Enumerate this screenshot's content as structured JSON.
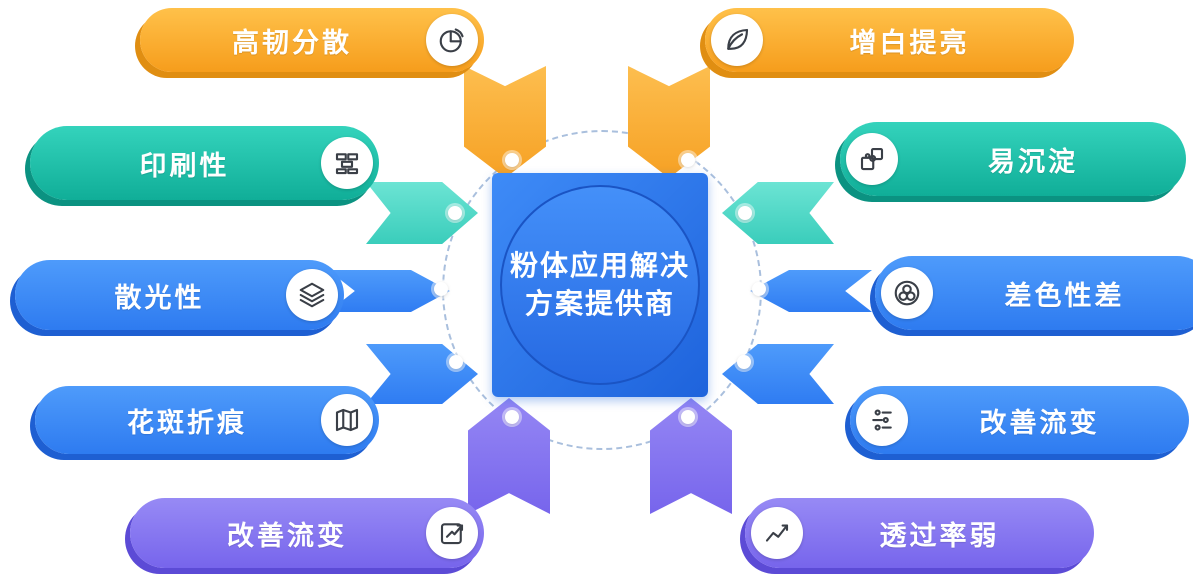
{
  "center": {
    "line1": "粉体应用解决",
    "line2": "方案提供商"
  },
  "left_items": [
    {
      "label": "高韧分散",
      "icon": "pie-chart-icon",
      "color": "#F6A21F"
    },
    {
      "label": "印刷性",
      "icon": "printing-plates-icon",
      "color": "#14B4A0"
    },
    {
      "label": "散光性",
      "icon": "layers-icon",
      "color": "#2F7CF0"
    },
    {
      "label": "花斑折痕",
      "icon": "map-icon",
      "color": "#2F7CF0"
    },
    {
      "label": "改善流变",
      "icon": "trend-pen-icon",
      "color": "#7A68EC"
    }
  ],
  "right_items": [
    {
      "label": "增白提亮",
      "icon": "leaf-icon",
      "color": "#F6A21F"
    },
    {
      "label": "易沉淀",
      "icon": "puzzle-icon",
      "color": "#14B4A0"
    },
    {
      "label": "差色性差",
      "icon": "color-circles-icon",
      "color": "#2F7CF0"
    },
    {
      "label": "改善流变",
      "icon": "flow-sliders-icon",
      "color": "#2F7CF0"
    },
    {
      "label": "透过率弱",
      "icon": "trend-line-icon",
      "color": "#7A68EC"
    }
  ],
  "colors": {
    "orange": "#F6A21F",
    "teal": "#14B4A0",
    "blue": "#2F7CF0",
    "purple": "#7A68EC",
    "center_blue": "#2566DF",
    "ring_dash": "#A9BFDD"
  }
}
